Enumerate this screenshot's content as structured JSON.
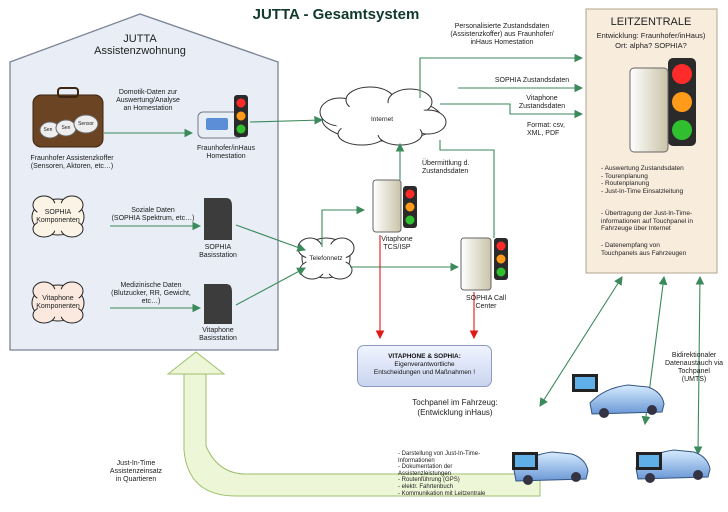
{
  "title": "JUTTA - Gesamtsystem",
  "house": {
    "line1": "JUTTA",
    "line2": "Assistenzwohnung"
  },
  "leitzentrale": {
    "title": "LEITZENTRALE",
    "sub1": "Entwicklung: Fraunhofer/inHaus)",
    "sub2": "Ort: alpha? SOPHIA?",
    "list1": [
      "- Auswertung Zustandsdaten",
      "- Tourenplanung",
      "- Routenplanung",
      "- Just-In-Time Einsatzleitung"
    ],
    "list2": [
      "- Übertragung der Just-In-Time-",
      "informationen auf Touchpanel in",
      "Fahrzeuge über Internet"
    ],
    "list3": [
      "- Datenempfang von",
      "Touchpanels aus Fahrzeugen"
    ]
  },
  "labels": {
    "domotik": [
      "Domotik-Daten zur",
      "Auswertung/Analyse",
      "an Homestation"
    ],
    "koffer": [
      "Fraunhofer Assistenzkoffer",
      "(Sensoren, Aktoren, etc…)"
    ],
    "homestation": [
      "Fraunhofer/inHaus",
      "Homestation"
    ],
    "sensors": [
      "Sen",
      "Sen",
      "Sensor"
    ],
    "sophia_comp": [
      "SOPHIA",
      "Komponenten"
    ],
    "soziale": [
      "Soziale Daten",
      "(SOPHIA Spektrum, etc…)"
    ],
    "sophia_basis": [
      "SOPHIA",
      "Basisstation"
    ],
    "vitaphone_comp": [
      "Vitaphone",
      "Komponenten"
    ],
    "medizin": [
      "Medizinische Daten",
      "(Blutzucker, RR, Gewicht,",
      "etc…)"
    ],
    "vitaphone_basis": [
      "Vitaphone",
      "Basisstation"
    ],
    "telefonnetz": "Telefonnetz",
    "internet": "Internet",
    "personal": [
      "Personalisierte Zustandsdaten",
      "(Assistenzkoffer) aus Fraunhofer/",
      "inHaus Homestation"
    ],
    "sophia_zd": "SOPHIA Zustandsdaten",
    "vitaphone_zd": [
      "Vitaphone",
      "Zustandsdaten"
    ],
    "format": [
      "Format: csv,",
      "XML, PDF"
    ],
    "uebermittlung": [
      "Übermittlung d.",
      "Zustandsdaten"
    ],
    "tcs": [
      "Vitaphone",
      "TCS/ISP"
    ],
    "callcenter": [
      "SOPHIA Call",
      "Center"
    ],
    "box": [
      "VITAPHONE & SOPHIA:",
      "Eigenverantwortliche",
      "Entscheidungen und Maßnahmen !"
    ],
    "bidi": [
      "Bidirektionaler",
      "Datenaustauch via",
      "Tochpanel",
      "(UMTS)"
    ],
    "tochpanel": [
      "Tochpanel im Fahrzeug:",
      "(Entwicklung inHaus)"
    ],
    "vehicle_list": [
      "- Darstellung von Just-In-Time-",
      "Informationen",
      "- Dokumentation der",
      "Assistenzleistungen",
      "- Routenführung (GPS)",
      "- elektr. Fahrtenbuch",
      "- Kommunikation mit Leitzentrale"
    ],
    "jit": [
      "Just-In-Time",
      "Assistenzeinsatz",
      "in Quartieren"
    ]
  },
  "colors": {
    "house_fill": "#e8edf6",
    "leitzentrale_fill": "#f8ecdd",
    "arrow_green": "#3a8a5b",
    "arrow_red": "#e01818",
    "big_arrow": "#eef6d8"
  }
}
